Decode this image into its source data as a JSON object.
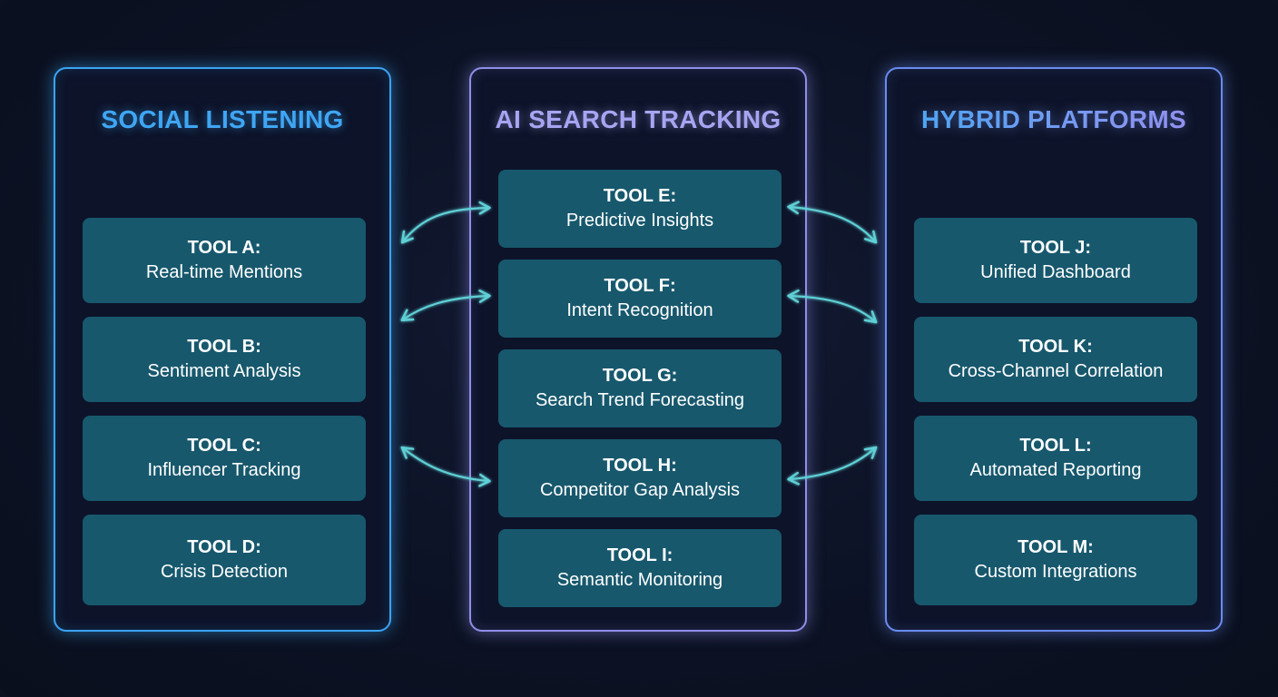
{
  "columns": [
    {
      "title": "SOCIAL LISTENING",
      "tools": [
        {
          "name": "TOOL A:",
          "desc": "Real-time Mentions"
        },
        {
          "name": "TOOL B:",
          "desc": "Sentiment Analysis"
        },
        {
          "name": "TOOL C:",
          "desc": "Influencer Tracking"
        },
        {
          "name": "TOOL D:",
          "desc": "Crisis Detection"
        }
      ]
    },
    {
      "title": "AI SEARCH TRACKING",
      "tools": [
        {
          "name": "TOOL E:",
          "desc": "Predictive Insights"
        },
        {
          "name": "TOOL F:",
          "desc": "Intent Recognition"
        },
        {
          "name": "TOOL G:",
          "desc": "Search Trend Forecasting"
        },
        {
          "name": "TOOL H:",
          "desc": "Competitor Gap Analysis"
        },
        {
          "name": "TOOL I:",
          "desc": "Semantic Monitoring"
        }
      ]
    },
    {
      "title": "HYBRID PLATFORMS",
      "tools": [
        {
          "name": "TOOL J:",
          "desc": "Unified Dashboard"
        },
        {
          "name": "TOOL K:",
          "desc": "Cross-Channel Correlation"
        },
        {
          "name": "TOOL L:",
          "desc": "Automated Reporting"
        },
        {
          "name": "TOOL M:",
          "desc": "Custom Integrations"
        }
      ]
    }
  ],
  "colors": {
    "social_accent": "#3aa4f2",
    "ai_accent": "#8f8ee8",
    "hybrid_accent": "#6a8cf0",
    "card": "#17586d",
    "connector": "#5fd0d6"
  },
  "connectors": [
    {
      "from": "TOOL E:",
      "to": "SOCIAL LISTENING",
      "type": "bidirectional-arrow"
    },
    {
      "from": "TOOL F:",
      "to": "SOCIAL LISTENING",
      "type": "bidirectional-arrow"
    },
    {
      "from": "TOOL H:",
      "to": "SOCIAL LISTENING",
      "type": "bidirectional-arrow"
    },
    {
      "from": "TOOL E:",
      "to": "HYBRID PLATFORMS",
      "type": "bidirectional-arrow"
    },
    {
      "from": "TOOL F:",
      "to": "HYBRID PLATFORMS",
      "type": "bidirectional-arrow"
    },
    {
      "from": "TOOL H:",
      "to": "HYBRID PLATFORMS",
      "type": "bidirectional-arrow"
    }
  ]
}
